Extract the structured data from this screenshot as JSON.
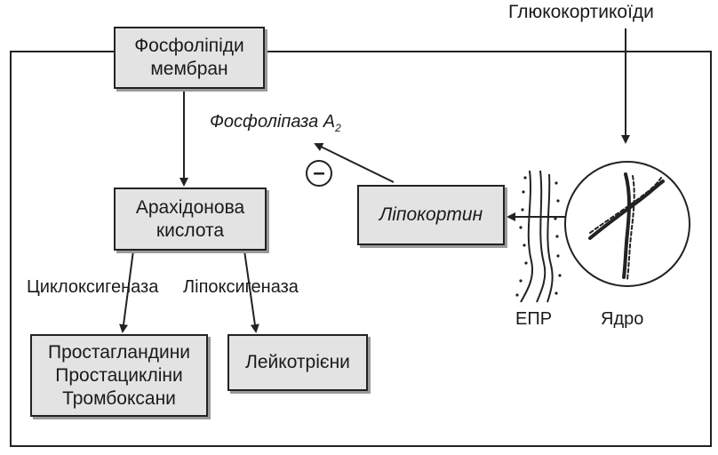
{
  "nodes": {
    "phospholipids": {
      "lines": [
        "Фосфоліпіди",
        "мембран"
      ]
    },
    "arachidonic": {
      "lines": [
        "Арахідонова",
        "кислота"
      ]
    },
    "prostaglandins": {
      "lines": [
        "Простагландини",
        "Простацикліни",
        "Тромбоксани"
      ]
    },
    "leukotrienes": {
      "lines": [
        "Лейкотрієни"
      ]
    },
    "lipocortin": {
      "lines": [
        "Ліпокортин"
      ]
    }
  },
  "labels": {
    "glucocorticoids": "Глюкокортикоїди",
    "phospholipase": "Фосфоліпаза А",
    "phospholipase_sub": "2",
    "cyclooxygenase": "Циклоксигеназа",
    "lipoxygenase": "Ліпоксигеназа",
    "epr": "ЕПР",
    "nucleus": "Ядро",
    "inhibition": "–"
  }
}
